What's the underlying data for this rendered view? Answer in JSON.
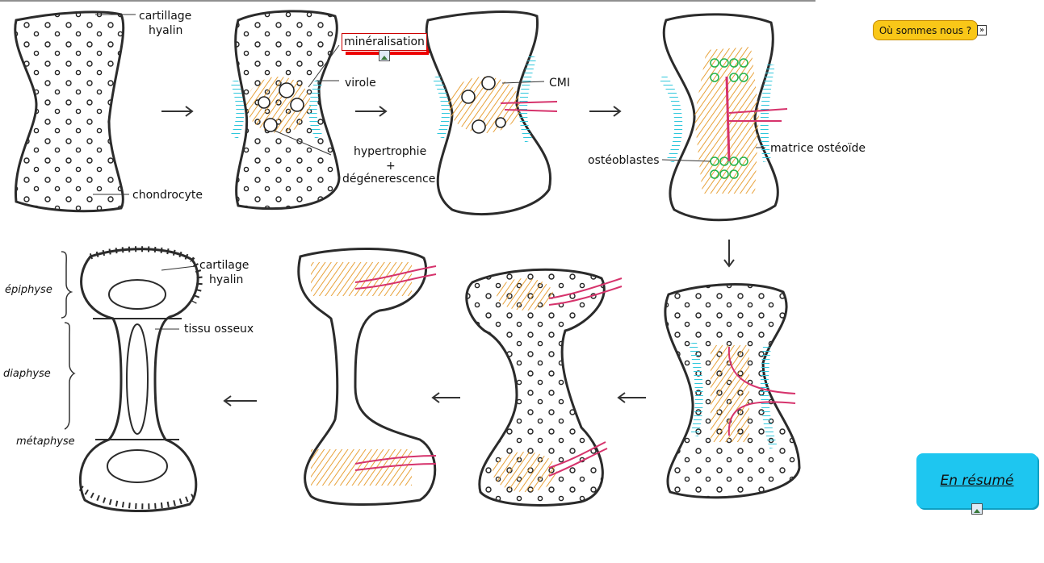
{
  "labels": {
    "cartilage_hyalin_1": "cartillage",
    "cartilage_hyalin_1b": "hyalin",
    "chondrocyte": "chondrocyte",
    "mineralisation": "minéralisation",
    "virole": "virole",
    "hypertrophie": "hypertrophie",
    "plus": "+",
    "degenerescence": "dégénerescence",
    "cmi": "CMI",
    "osteoblastes": "ostéoblastes",
    "matrice": "matrice ostéoïde",
    "cartilage_2": "cartilage",
    "hyalin_2": "hyalin",
    "tissu_osseux": "tissu osseux",
    "epiphyse": "épiphyse",
    "diaphyse": "diaphyse",
    "metaphyse": "métaphyse"
  },
  "buttons": {
    "where": "Où sommes nous ?",
    "where_arrow": "»",
    "resume": "En résumé"
  },
  "colors": {
    "outline": "#2b2b2b",
    "mineral": "#e8a23a",
    "periosteum": "#2ec7dc",
    "vessel": "#d6336c",
    "osteoblast": "#22b34a",
    "button_yellow": "#f9c718",
    "button_cyan": "#1ec6f0"
  }
}
